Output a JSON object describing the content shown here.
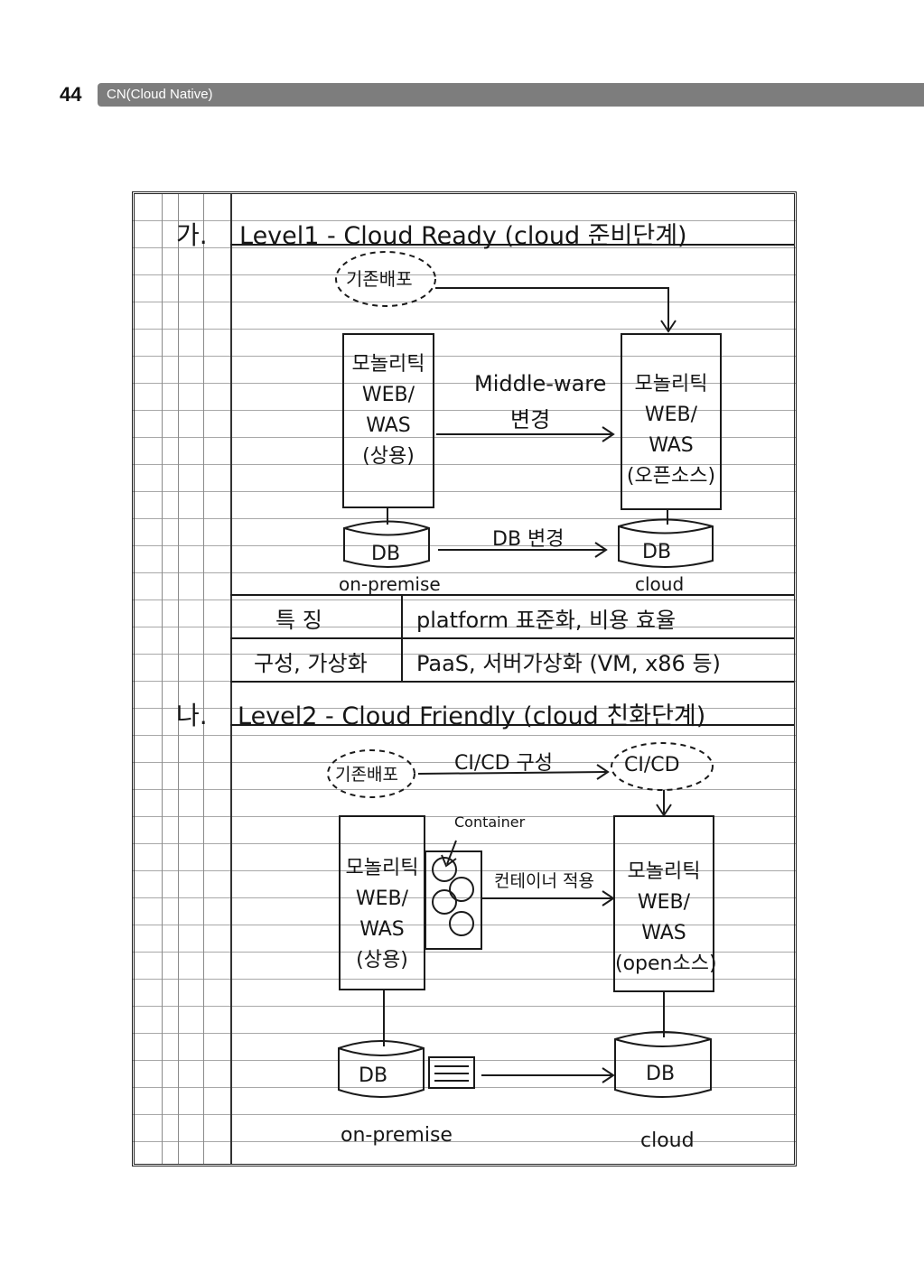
{
  "header": {
    "page_number": "44",
    "title": "CN(Cloud Native)"
  },
  "section_a": {
    "marker": "가.",
    "title": "Level1 - Cloud Ready (cloud 준비단계)",
    "deploy_label": "기존배포",
    "left_box": [
      "모놀리틱",
      "WEB/",
      "WAS",
      "(상용)"
    ],
    "right_box": [
      "모놀리틱",
      "WEB/",
      "WAS",
      "(오픈소스)"
    ],
    "middleware_label_1": "Middle-ware",
    "middleware_label_2": "변경",
    "db_change_label": "DB 변경",
    "left_db": "DB",
    "right_db": "DB",
    "left_db_caption": "on-premise",
    "right_db_caption": "cloud",
    "table": [
      {
        "key": "특 징",
        "value": "platform 표준화, 비용 효율"
      },
      {
        "key": "구성, 가상화",
        "value": "PaaS, 서버가상화 (VM, x86 등)"
      }
    ]
  },
  "section_b": {
    "marker": "나.",
    "title": "Level2 - Cloud Friendly (cloud 친화단계)",
    "deploy_label": "기존배포",
    "cicd_build_label": "CI/CD 구성",
    "cicd_label": "CI/CD",
    "container_label": "Container",
    "container_apply_label": "컨테이너 적용",
    "left_box": [
      "모놀리틱",
      "WEB/",
      "WAS",
      "(상용)"
    ],
    "right_box": [
      "모놀리틱",
      "WEB/",
      "WAS",
      "(open소스)"
    ],
    "left_db": "DB",
    "right_db": "DB",
    "left_db_caption": "on-premise",
    "right_db_caption": "cloud"
  }
}
